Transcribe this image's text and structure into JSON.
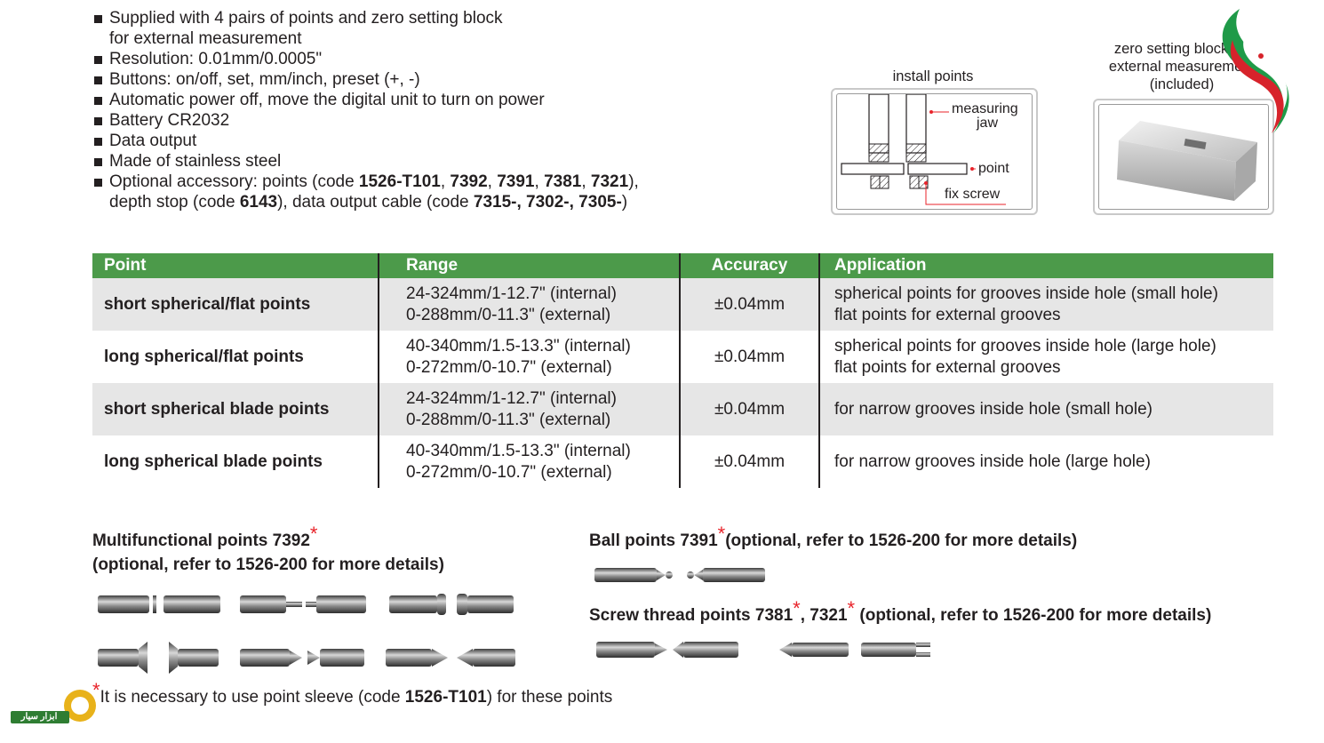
{
  "features": [
    {
      "parts": [
        "Supplied with 4 pairs of points and zero setting block"
      ]
    },
    {
      "parts": [
        "for external measurement"
      ],
      "continuation": true
    },
    {
      "parts": [
        "Resolution: 0.01mm/0.0005\""
      ]
    },
    {
      "parts": [
        "Buttons: on/off, set, mm/inch, preset (+, -)"
      ]
    },
    {
      "parts": [
        "Automatic power off, move the digital unit to turn on power"
      ]
    },
    {
      "parts": [
        "Battery CR2032"
      ]
    },
    {
      "parts": [
        "Data output"
      ]
    },
    {
      "parts": [
        "Made of stainless steel"
      ]
    },
    {
      "parts": [
        "Optional accessory: points (code ",
        "1526-T101",
        ", ",
        "7392",
        ", ",
        "7391",
        ", ",
        "7381",
        ", ",
        "7321",
        "),"
      ]
    },
    {
      "parts": [
        "depth stop (code ",
        "6143",
        "), data output cable (code ",
        "7315-, 7302-, 7305-",
        ")"
      ],
      "continuation": true
    }
  ],
  "install_figure": {
    "caption": "install points",
    "label_jaw_1": "measuring",
    "label_jaw_2": "jaw",
    "label_point": "point",
    "label_screw": "fix screw"
  },
  "block_figure": {
    "caption_1": "zero setting block for",
    "caption_2": "external measurement",
    "caption_3": "(included)"
  },
  "table": {
    "headers": [
      "Point",
      "Range",
      "Accuracy",
      "Application"
    ],
    "rows": [
      {
        "point": "short spherical/flat points",
        "range": [
          "24-324mm/1-12.7\" (internal)",
          "0-288mm/0-11.3\" (external)"
        ],
        "accuracy": "±0.04mm",
        "application": [
          "spherical points for grooves inside hole (small hole)",
          "flat points for external grooves"
        ]
      },
      {
        "point": "long spherical/flat points",
        "range": [
          "40-340mm/1.5-13.3\" (internal)",
          "0-272mm/0-10.7\" (external)"
        ],
        "accuracy": "±0.04mm",
        "application": [
          "spherical points for grooves inside hole (large hole)",
          "flat points for external grooves"
        ]
      },
      {
        "point": "short spherical blade points",
        "range": [
          "24-324mm/1-12.7\" (internal)",
          "0-288mm/0-11.3\" (external)"
        ],
        "accuracy": "±0.04mm",
        "application": [
          "for narrow grooves inside hole (small hole)"
        ]
      },
      {
        "point": "long spherical blade points",
        "range": [
          "40-340mm/1.5-13.3\" (internal)",
          "0-272mm/0-10.7\" (external)"
        ],
        "accuracy": "±0.04mm",
        "application": [
          "for narrow grooves inside hole (large hole)"
        ]
      }
    ]
  },
  "sections": {
    "multi_title": "Multifunctional points 7392",
    "multi_sub": "(optional, refer to 1526-200 for more details)",
    "ball_title": "Ball points 7391",
    "ball_sub": "(optional, refer to 1526-200 for more details)",
    "screw_title_a": "Screw thread points 7381",
    "screw_title_b": ", 7321",
    "screw_sub": " (optional, refer to 1526-200 for more details)",
    "star": "*"
  },
  "note": {
    "before": "It is necessary to use point sleeve (code ",
    "code": "1526-T101",
    "after": ") for these points"
  },
  "logo": {
    "text": "ابزار سیار"
  },
  "colors": {
    "header_green": "#4c9a4a",
    "row_gray": "#e6e6e6",
    "accent_red": "#e8232a"
  }
}
